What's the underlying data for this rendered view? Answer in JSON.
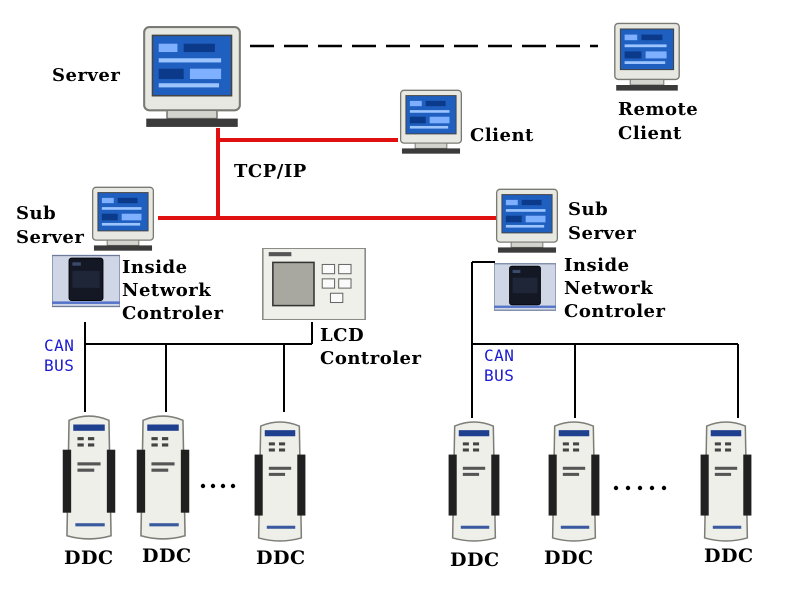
{
  "labels": {
    "server": "Server",
    "client": "Client",
    "remote_client_line1": "Remote",
    "remote_client_line2": "Client",
    "tcpip": "TCP/IP",
    "sub_server_left_line1": "Sub",
    "sub_server_left_line2": "Server",
    "sub_server_right_line1": "Sub",
    "sub_server_right_line2": "Server",
    "inc_left_line1": "Inside",
    "inc_left_line2": "Network",
    "inc_left_line3": "Controler",
    "inc_right_line1": "Inside",
    "inc_right_line2": "Network",
    "inc_right_line3": "Controler",
    "lcd_line1": "LCD",
    "lcd_line2": "Controler",
    "can_left_line1": "CAN",
    "can_left_line2": "BUS",
    "can_right_line1": "CAN",
    "can_right_line2": "BUS",
    "ddc": "DDC"
  },
  "colors": {
    "tcp_line": "#e01010",
    "bus_line": "#000000",
    "can_text": "#1a1ad0",
    "monitor_screen": "#2a6fd6"
  },
  "icons": {
    "server": "monitor-icon",
    "client": "monitor-icon",
    "remote_client": "monitor-icon",
    "sub_server": "monitor-icon",
    "network_controller": "controller-icon",
    "lcd_controller": "lcd-panel-icon",
    "ddc": "ddc-module-icon"
  }
}
